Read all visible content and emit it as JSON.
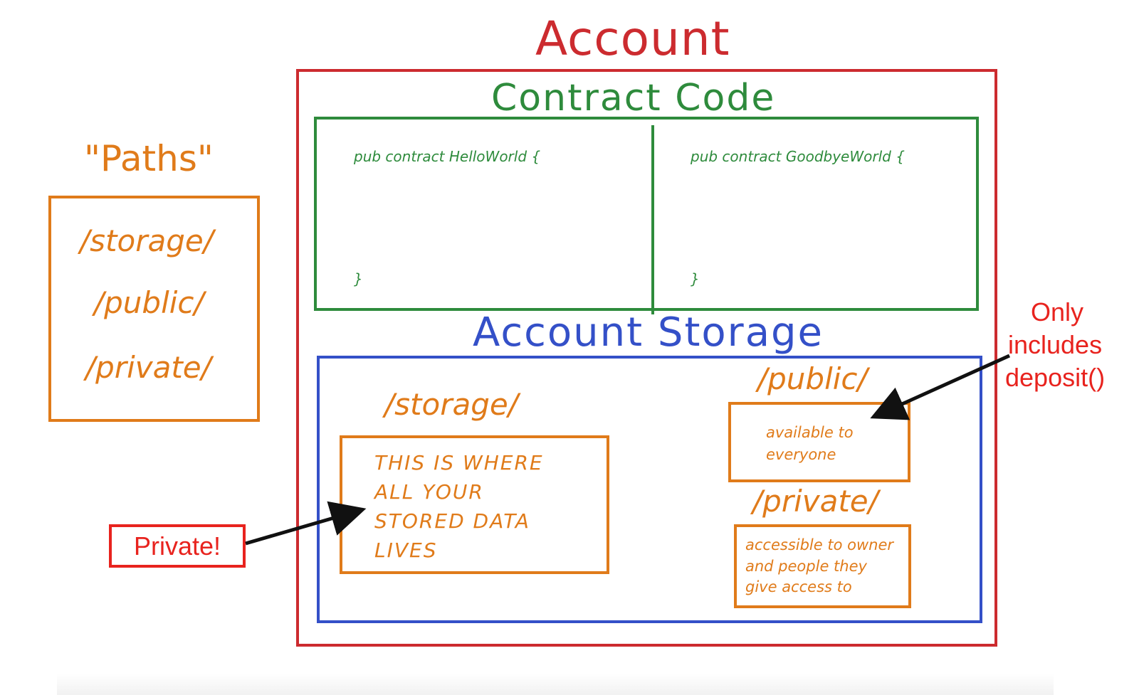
{
  "titles": {
    "account": "Account",
    "contract_code": "Contract Code",
    "account_storage": "Account Storage",
    "paths": "\"Paths\""
  },
  "contracts": {
    "hello_open": "pub contract HelloWorld {",
    "hello_close": "}",
    "goodbye_open": "pub contract GoodbyeWorld {",
    "goodbye_close": "}"
  },
  "paths_box": {
    "storage": "/storage/",
    "public": "/public/",
    "private": "/private/"
  },
  "storage_area": {
    "storage_label": "/storage/",
    "storage_lines": [
      "THIS IS WHERE",
      "ALL YOUR",
      "STORED DATA",
      "LIVES"
    ],
    "public_label": "/public/",
    "public_lines": [
      "available to",
      "everyone"
    ],
    "private_label": "/private/",
    "private_lines": [
      "accessible to owner",
      "and people they",
      "give access to"
    ]
  },
  "annotations": {
    "private_callout": "Private!",
    "only_includes_lines": [
      "Only",
      "includes",
      "deposit()"
    ]
  },
  "colors": {
    "account": "#cc2b2f",
    "contract": "#2e8b3c",
    "storage": "#3450c8",
    "paths": "#e07b1a",
    "annotation": "#e8231e"
  }
}
